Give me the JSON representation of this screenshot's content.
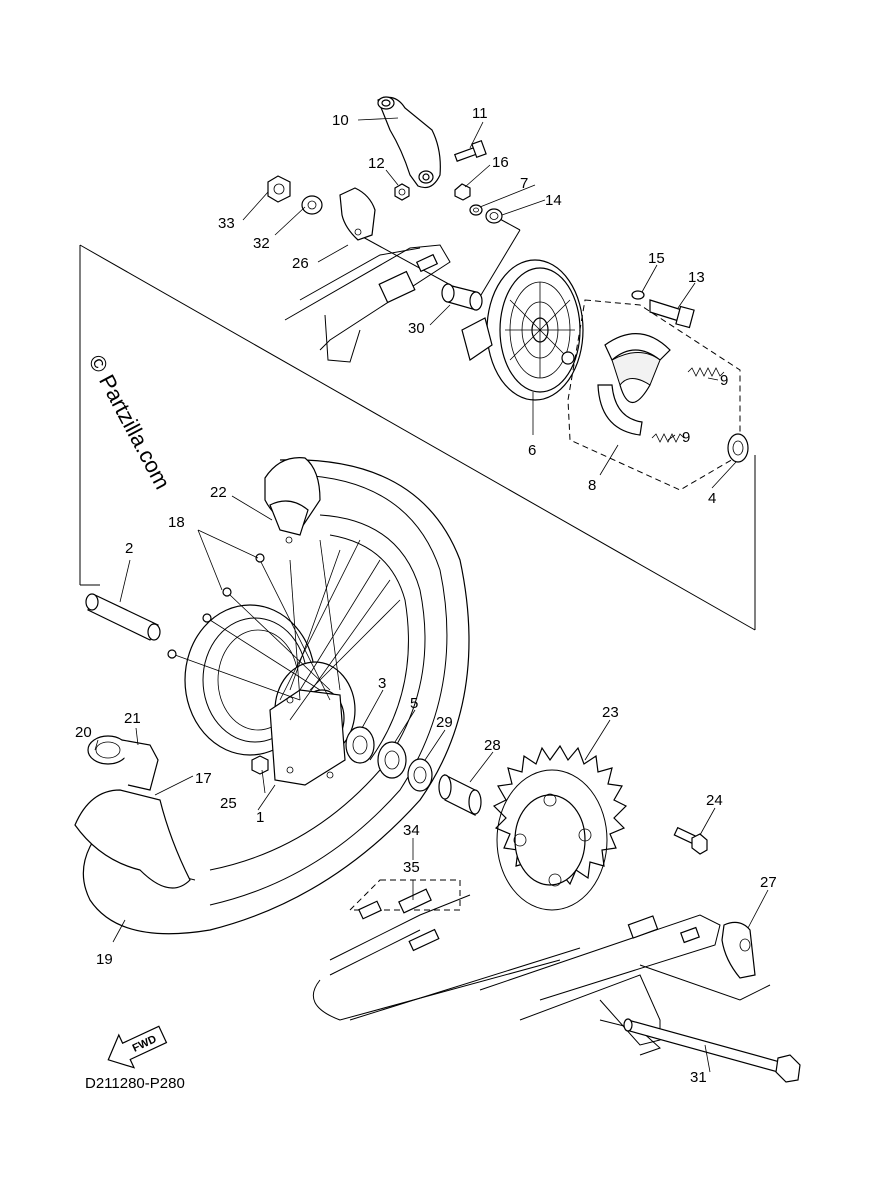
{
  "watermark": "© Partzilla.com",
  "fwd_arrow_text": "FWD",
  "diagram_code": "D211280-P280",
  "callouts": {
    "c1": "1",
    "c2": "2",
    "c3": "3",
    "c4": "4",
    "c5": "5",
    "c6": "6",
    "c7": "7",
    "c8": "8",
    "c9a": "9",
    "c9b": "9",
    "c10": "10",
    "c11": "11",
    "c12": "12",
    "c13": "13",
    "c14": "14",
    "c15": "15",
    "c16": "16",
    "c17": "17",
    "c18": "18",
    "c19": "19",
    "c20": "20",
    "c21": "21",
    "c22": "22",
    "c23": "23",
    "c24": "24",
    "c25": "25",
    "c26": "26",
    "c27": "27",
    "c28": "28",
    "c29": "29",
    "c30": "30",
    "c31": "31",
    "c32": "32",
    "c33": "33",
    "c34": "34",
    "c35": "35"
  }
}
